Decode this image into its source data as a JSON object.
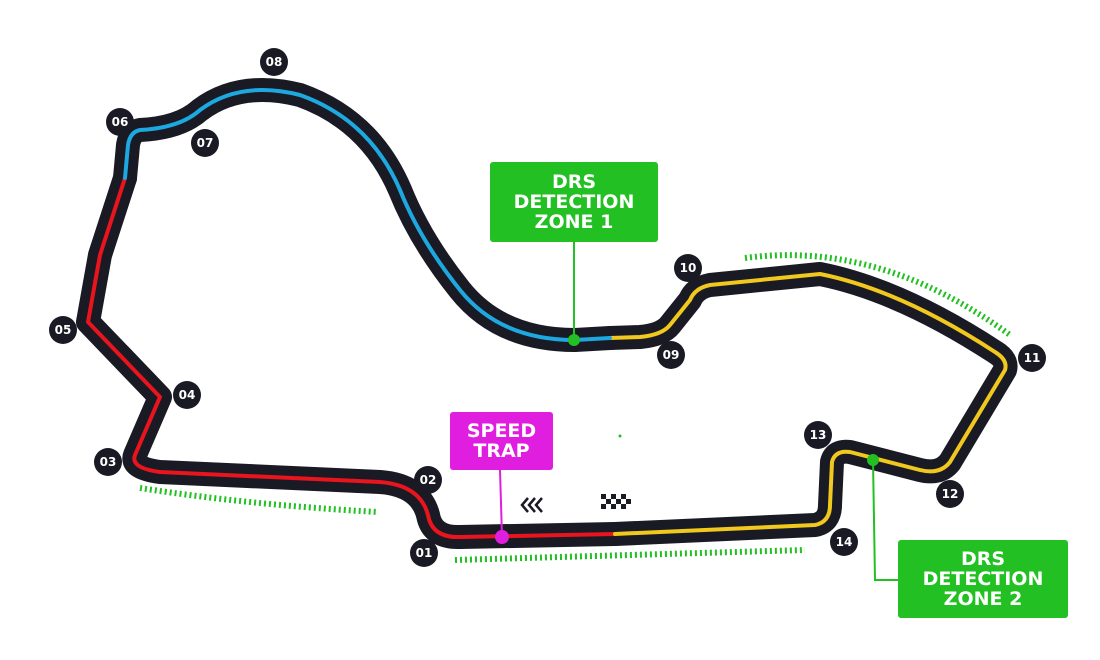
{
  "colors": {
    "track": "#1a1a24",
    "sector1": "#e8141e",
    "sector2": "#1ea8e0",
    "sector3": "#f0c81e",
    "drs": "#22c022",
    "speed_trap": "#e01ee0"
  },
  "turns": [
    "01",
    "02",
    "03",
    "04",
    "05",
    "06",
    "07",
    "08",
    "09",
    "10",
    "11",
    "12",
    "13",
    "14"
  ],
  "drs_zone_1": {
    "line1": "DRS",
    "line2": "DETECTION",
    "line3": "ZONE 1"
  },
  "drs_zone_2": {
    "line1": "DRS",
    "line2": "DETECTION",
    "line3": "ZONE 2"
  },
  "speed_trap": {
    "line1": "SPEED",
    "line2": "TRAP"
  },
  "icons": [
    "direction-chevrons-icon",
    "checkered-flag-icon"
  ]
}
